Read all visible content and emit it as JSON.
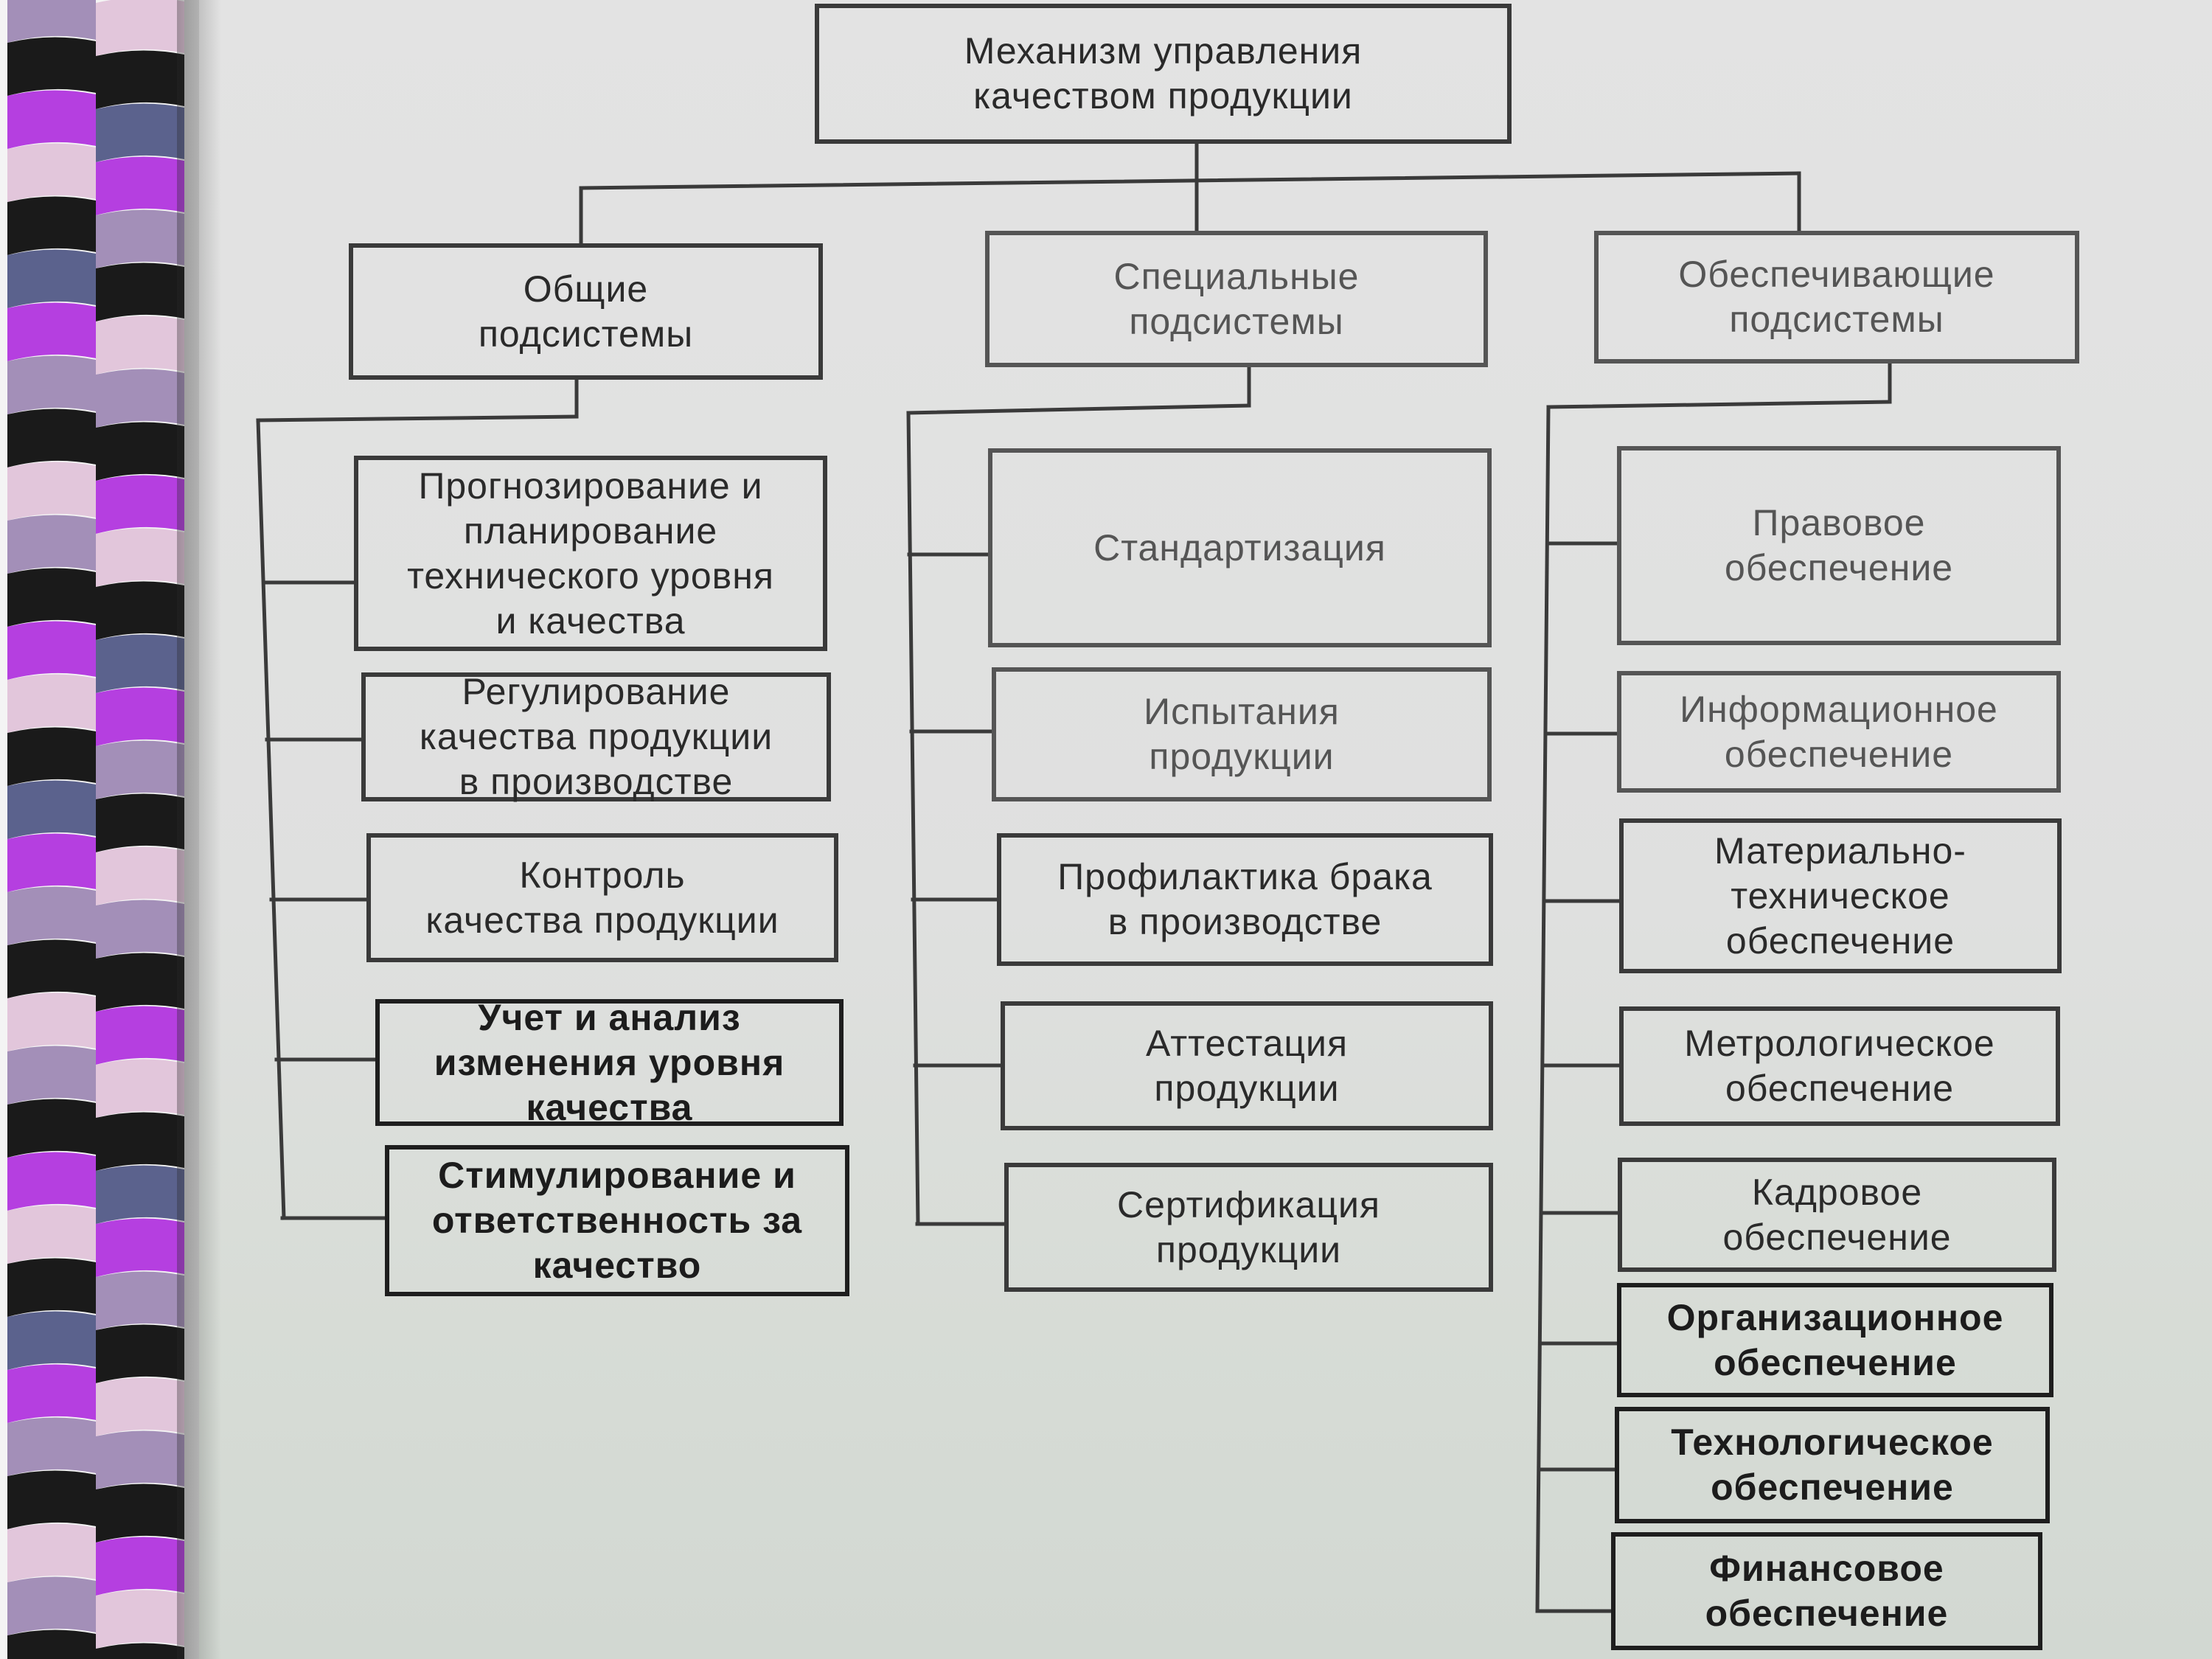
{
  "colors": {
    "stripe_a": "#1a1a1a",
    "stripe_b": "#a38fb8",
    "stripe_c": "#b53fe0",
    "stripe_d": "#e2c6db",
    "stripe_e": "#5b628d",
    "line": "#3a3a3a"
  },
  "diagram": {
    "root": "Механизм управления\nкачеством продукции",
    "groups": [
      {
        "title": "Общие\nподсистемы",
        "items": [
          "Прогнозирование и\nпланирование\nтехнического уровня\nи качества",
          "Регулирование\nкачества продукции\nв производстве",
          "Контроль\nкачества продукции",
          "Учет и анализ\nизменения уровня\nкачества",
          "Стимулирование и\nответственность за\nкачество"
        ]
      },
      {
        "title": "Специальные\nподсистемы",
        "items": [
          "Стандартизация",
          "Испытания\nпродукции",
          "Профилактика брака\nв производстве",
          "Аттестация\nпродукции",
          "Сертификация\nпродукции"
        ]
      },
      {
        "title": "Обеспечивающие\nподсистемы",
        "items": [
          "Правовое\nобеспечение",
          "Информационное\nобеспечение",
          "Материально-\nтехническое\nобеспечение",
          "Метрологическое\nобеспечение",
          "Кадровое\nобеспечение",
          "Организационное\nобеспечение",
          "Технологическое\nобеспечение",
          "Финансовое\nобеспечение"
        ]
      }
    ]
  }
}
